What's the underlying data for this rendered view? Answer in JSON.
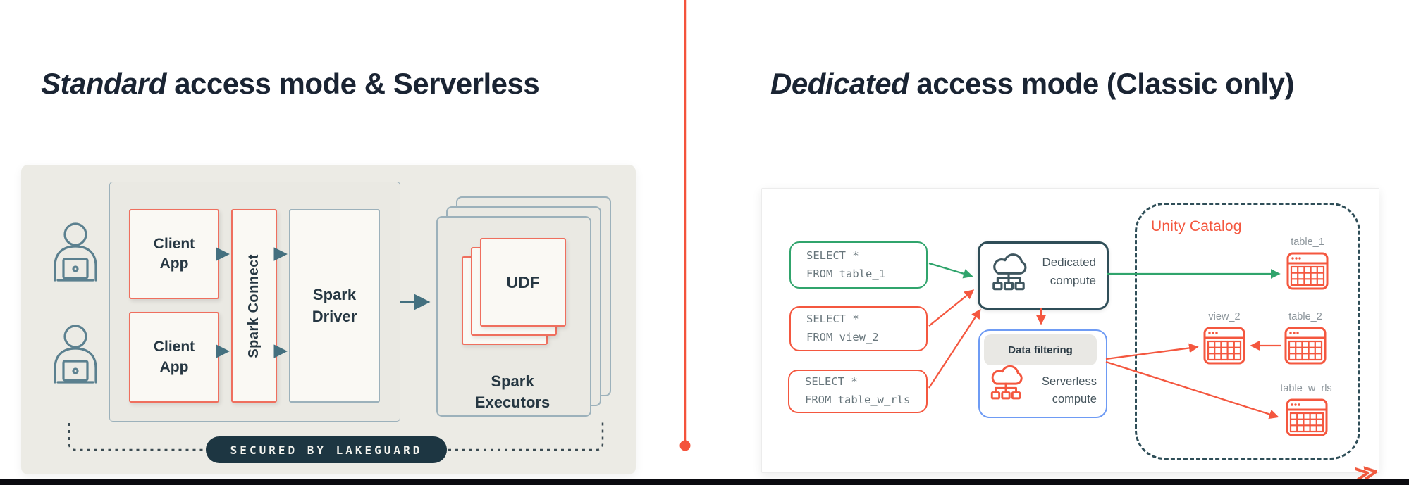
{
  "titles": {
    "left": {
      "emphasis": "Standard",
      "rest": " access mode & Serverless"
    },
    "right": {
      "emphasis": "Dedicated",
      "rest": " access mode (Classic only)"
    }
  },
  "left_diagram": {
    "client_app_top": "Client\nApp",
    "client_app_bottom": "Client\nApp",
    "spark_connect": "Spark Connect",
    "spark_driver": "Spark\nDriver",
    "udf": "UDF",
    "spark_executors": "Spark\nExecutors",
    "secured_pill": "SECURED BY LAKEGUARD",
    "colors": {
      "accent": "#ef6f5e",
      "panel": "#ecebe5",
      "box_fill": "#faf9f4",
      "outline": "#9cb1bb",
      "arrow": "#44707f",
      "pill_bg": "#1d3642"
    }
  },
  "right_diagram": {
    "queries": [
      {
        "text": "SELECT *\nFROM table_1",
        "border": "#30a46c"
      },
      {
        "text": "SELECT *\nFROM view_2",
        "border": "#f4573f"
      },
      {
        "text": "SELECT *\nFROM table_w_rls",
        "border": "#f4573f"
      }
    ],
    "dedicated_compute": "Dedicated\ncompute",
    "data_filtering": "Data filtering",
    "serverless_compute": "Serverless\ncompute",
    "unity_catalog": "Unity Catalog",
    "tables": {
      "t1": "table_1",
      "v2": "view_2",
      "t2": "table_2",
      "twr": "table_w_rls"
    },
    "colors": {
      "green": "#30a46c",
      "red": "#f4573f",
      "navy": "#2f4e58",
      "blue": "#6e9bf4"
    }
  },
  "page": {
    "divider_color": "#f4533c",
    "footer_bar_color": "#0b0b10",
    "chevron_glyph": "≫"
  }
}
